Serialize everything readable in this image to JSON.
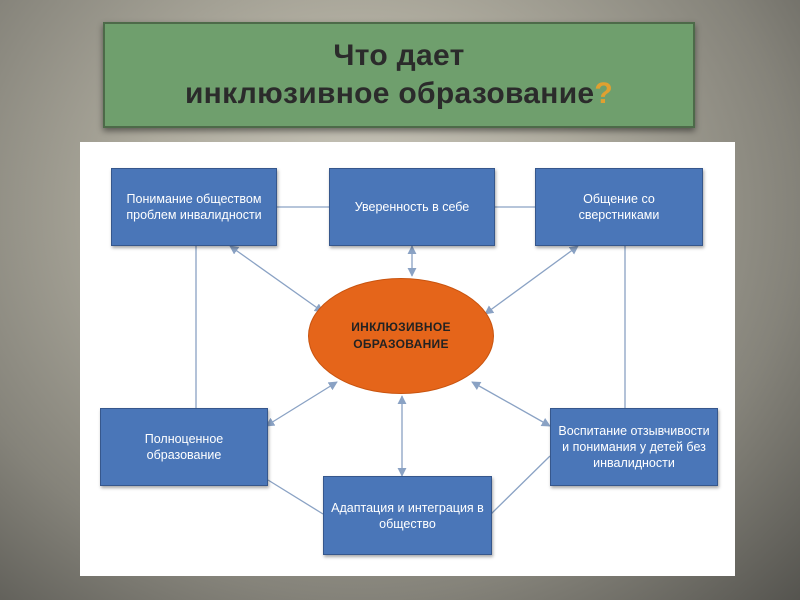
{
  "title": {
    "line1": "Что дает",
    "line2": "инклюзивное образование",
    "qmark": "?"
  },
  "center": {
    "line1": "ИНКЛЮЗИВНОЕ",
    "line2": "ОБРАЗОВАНИЕ"
  },
  "nodes": {
    "understanding": "Понимание обществом проблем инвалидности",
    "confidence": "Уверенность в себе",
    "communication": "Общение со сверстниками",
    "full_education": "Полноценное образование",
    "adaptation": "Адаптация и интеграция в общество",
    "upbringing": "Воспитание отзывчивости и понимания у детей без инвалидности"
  },
  "colors": {
    "title_bg": "#6f9f6d",
    "node_bg": "#4a76b8",
    "center_bg": "#e5651a",
    "connector": "#8aa2c4"
  }
}
